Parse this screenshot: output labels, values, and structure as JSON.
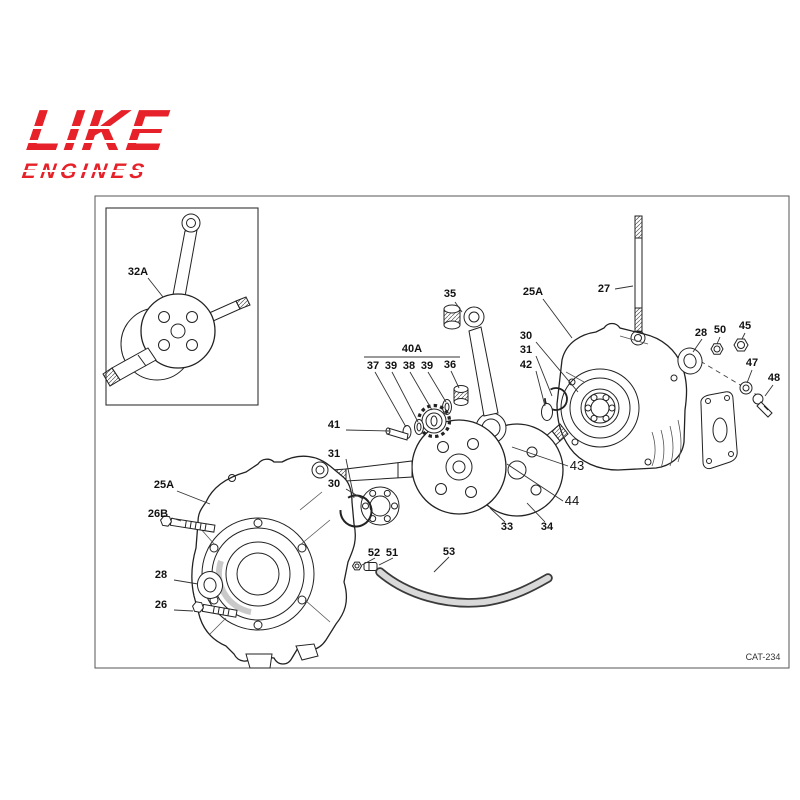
{
  "logo": {
    "line1": "LIKE",
    "line2": "ENGINES"
  },
  "diagram": {
    "catalog_ref": "CAT-234",
    "inset_part": "32A",
    "labels": [
      "35",
      "25A",
      "27",
      "28",
      "50",
      "45",
      "30",
      "31",
      "42",
      "47",
      "48",
      "40A",
      "37",
      "39",
      "38",
      "39",
      "36",
      "41",
      "31",
      "30",
      "25A",
      "26B",
      "43",
      "44",
      "33",
      "34",
      "28",
      "26",
      "52",
      "51",
      "53"
    ]
  },
  "colors": {
    "brand_red": "#e62129",
    "line_art": "#222222",
    "background": "#ffffff"
  }
}
